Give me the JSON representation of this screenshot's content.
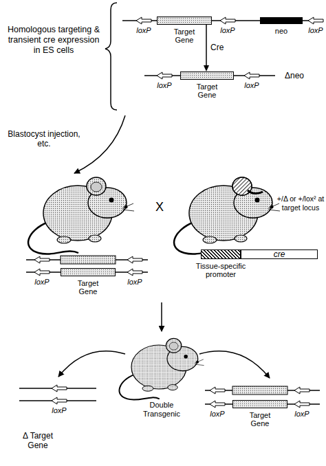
{
  "diagram": {
    "nodes": [
      {
        "text": [
          "Target Gene"
        ]
      },
      {
        "text": [
          "neo"
        ]
      },
      {
        "text": [
          "Target Gene"
        ]
      },
      {
        "text": [
          "Target Gene"
        ]
      },
      {
        "text": [
          "Tissue-specific promoter"
        ]
      },
      {
        "text": [
          "cre"
        ]
      },
      {
        "text": [
          "Target Gene"
        ]
      }
    ],
    "edges": [
      {
        "from": 0,
        "to": 2,
        "label": "Cre",
        "arrow": "to"
      }
    ],
    "labels": [
      "Homologous targeting & transient cre expression in ES cells",
      "loxP",
      "loxP",
      "loxP",
      "Δneo",
      "loxP",
      "loxP",
      "Blastocyst injection, etc.",
      "X",
      "+/Δ or +/lox² at target locus",
      "loxP",
      "loxP",
      "Double Transgenic",
      "loxP",
      "Δ Target Gene",
      "loxP",
      "loxP"
    ]
  }
}
